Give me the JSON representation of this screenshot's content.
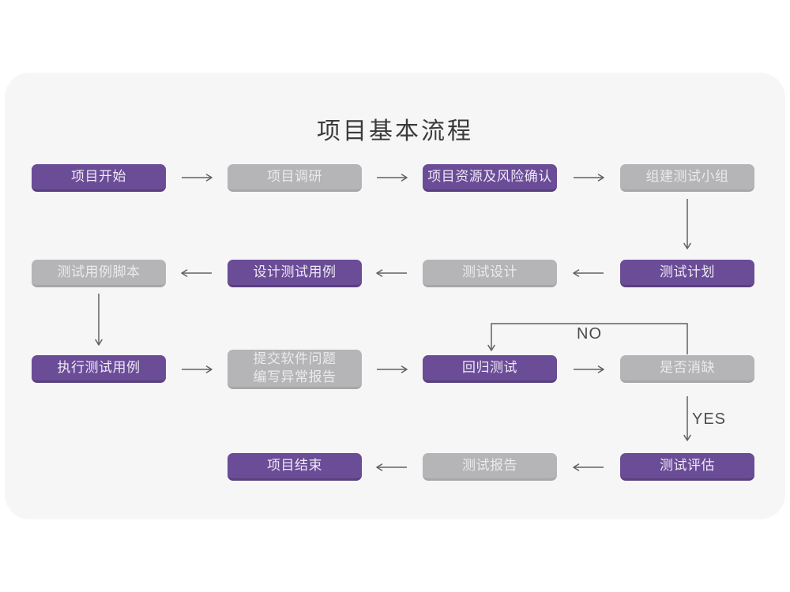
{
  "page": {
    "title": "项目基本流程"
  },
  "colors": {
    "accent_purple": "#6a4c97",
    "accent_purple_dark": "#59407e",
    "node_gray": "#b5b4b6",
    "node_gray_dark": "#a7a6a8",
    "card_background": "#f6f6f7",
    "connector": "#616161"
  },
  "flow": {
    "nodes": [
      {
        "id": "project-start",
        "label": "项目开始",
        "style": "purple"
      },
      {
        "id": "project-research",
        "label": "项目调研",
        "style": "gray"
      },
      {
        "id": "resources-risk-confirm",
        "label": "项目资源及风险确认",
        "style": "purple"
      },
      {
        "id": "build-test-team",
        "label": "组建测试小组",
        "style": "gray"
      },
      {
        "id": "test-plan",
        "label": "测试计划",
        "style": "purple"
      },
      {
        "id": "test-design",
        "label": "测试设计",
        "style": "gray"
      },
      {
        "id": "design-test-cases",
        "label": "设计测试用例",
        "style": "purple"
      },
      {
        "id": "test-case-script",
        "label": "测试用例脚本",
        "style": "gray"
      },
      {
        "id": "execute-test-cases",
        "label": "执行测试用例",
        "style": "purple"
      },
      {
        "id": "submit-issues",
        "label_line1": "提交软件问题",
        "label_line2": "编写异常报告",
        "style": "gray"
      },
      {
        "id": "regression-test",
        "label": "回归测试",
        "style": "purple"
      },
      {
        "id": "defect-cleared",
        "label": "是否消缺",
        "style": "gray"
      },
      {
        "id": "test-evaluation",
        "label": "测试评估",
        "style": "purple"
      },
      {
        "id": "test-report",
        "label": "测试报告",
        "style": "gray"
      },
      {
        "id": "project-end",
        "label": "项目结束",
        "style": "purple"
      }
    ],
    "decision_labels": {
      "no": "NO",
      "yes": "YES"
    }
  }
}
